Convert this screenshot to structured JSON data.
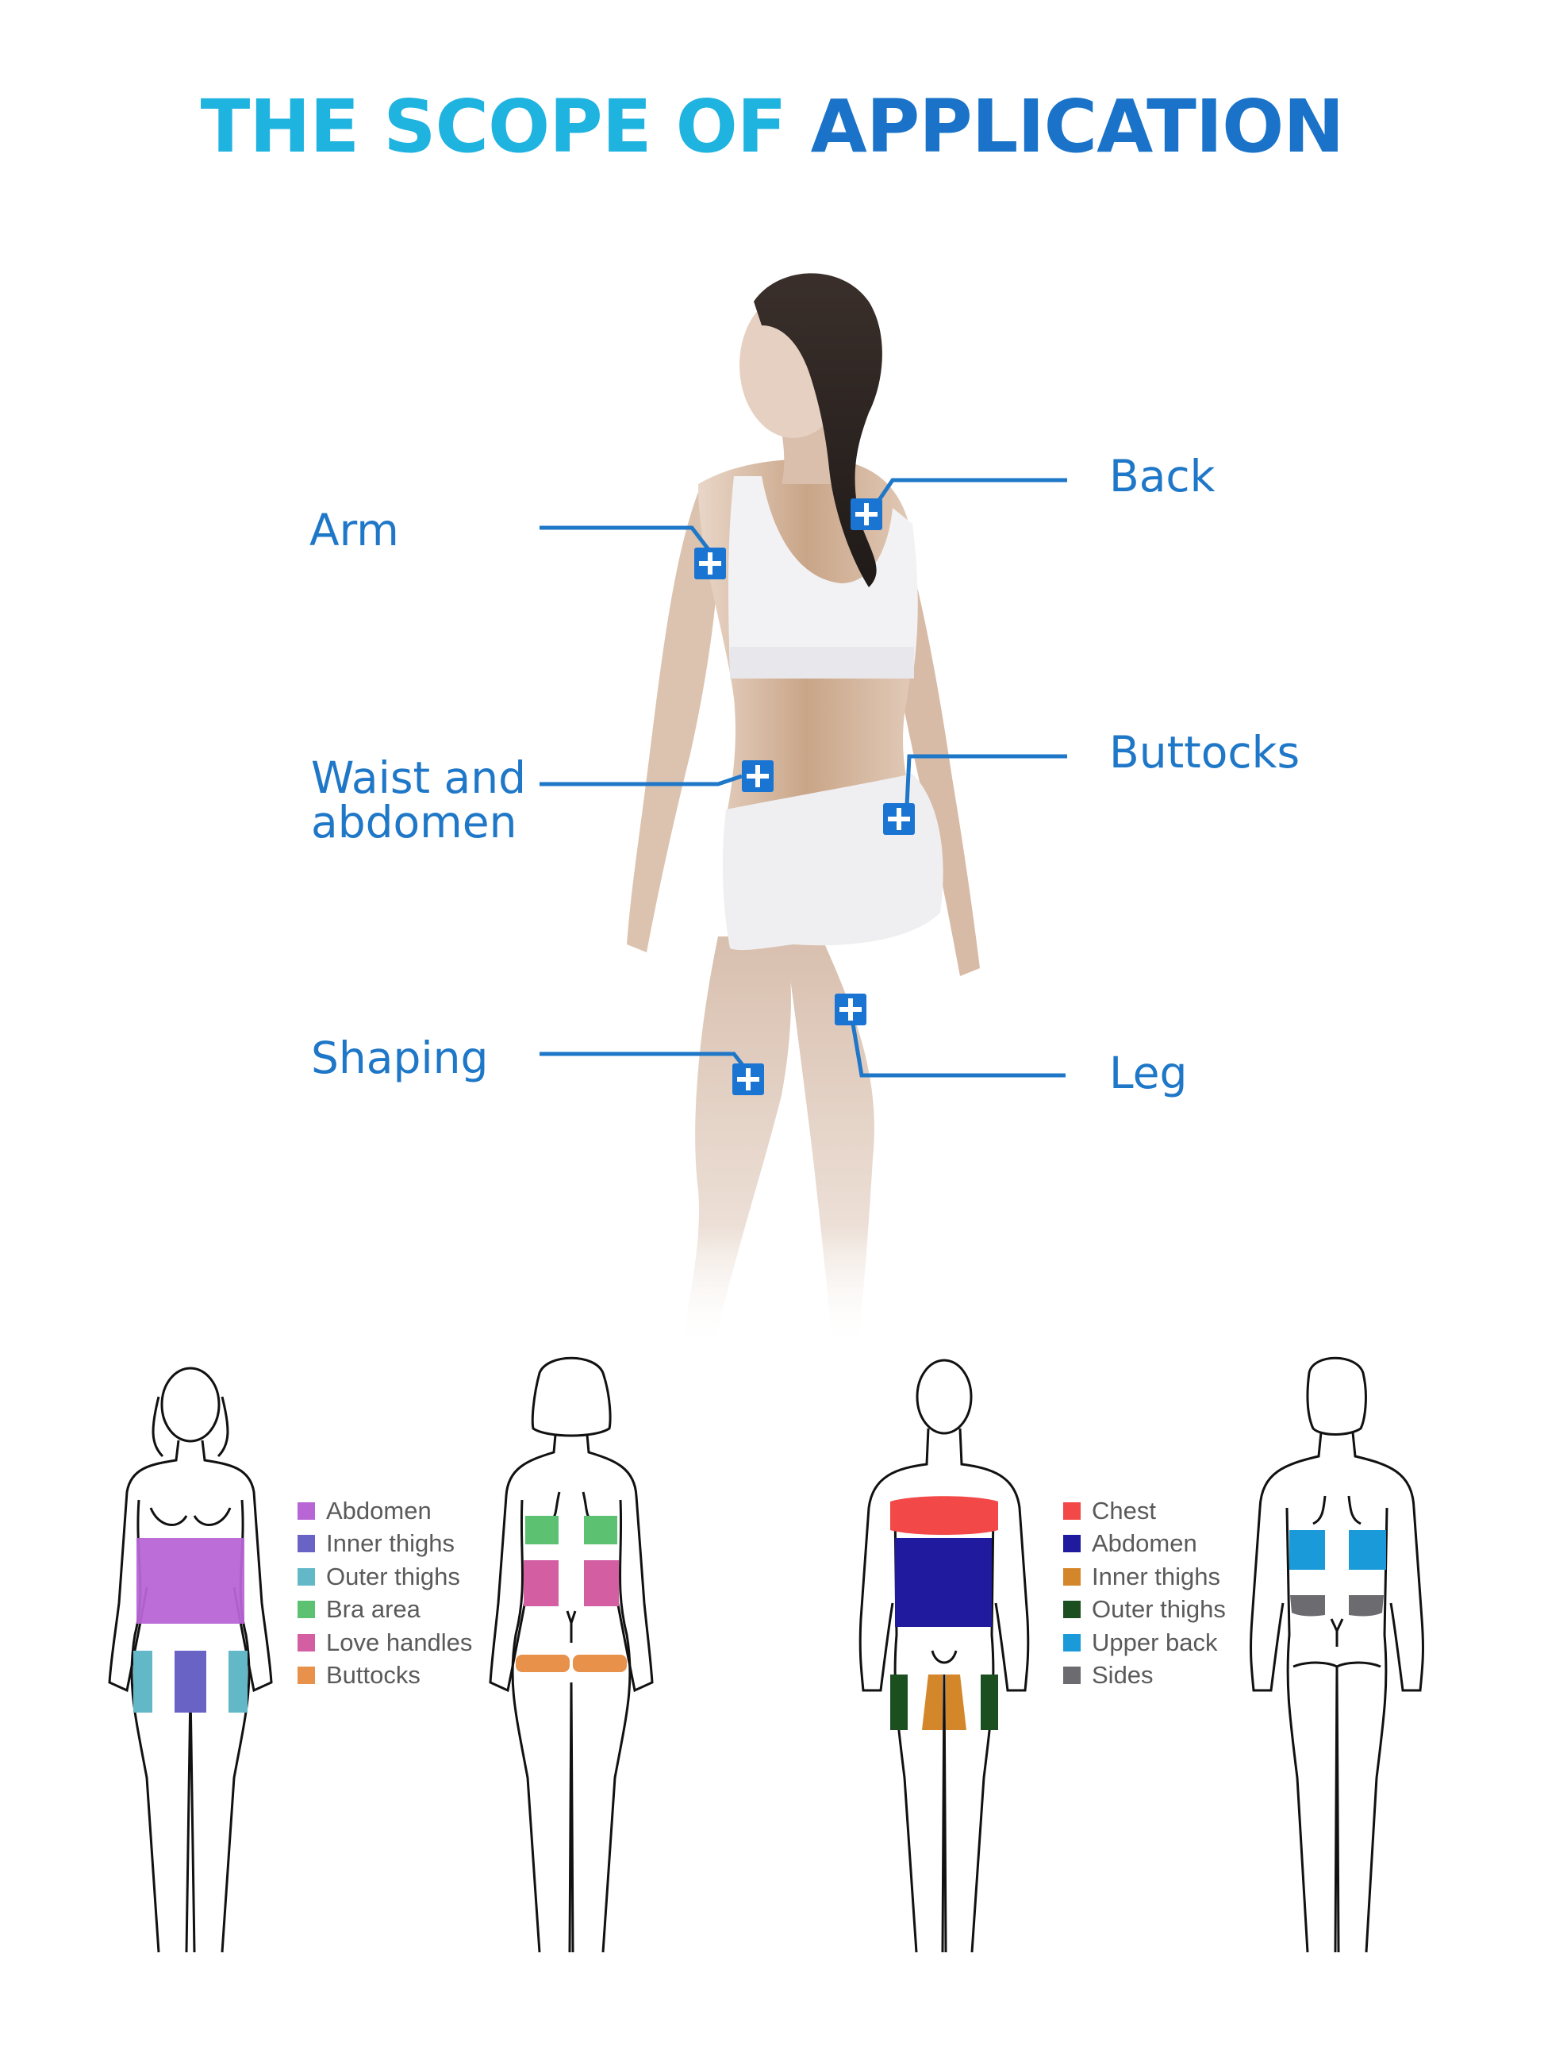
{
  "title": {
    "part1": "THE SCOPE OF ",
    "part2": "APPLICATION",
    "part1_color": "#1fb3e0",
    "part2_color": "#1a73c8"
  },
  "callouts": [
    {
      "id": "arm",
      "label": "Arm",
      "side": "left"
    },
    {
      "id": "back",
      "label": "Back",
      "side": "right"
    },
    {
      "id": "waist",
      "label_line1": "Waist and",
      "label_line2": "abdomen",
      "side": "left"
    },
    {
      "id": "buttocks",
      "label": "Buttocks",
      "side": "right"
    },
    {
      "id": "shaping",
      "label": "Shaping",
      "side": "left"
    },
    {
      "id": "leg",
      "label": "Leg",
      "side": "right"
    }
  ],
  "accent_color": "#1a74d2",
  "female_legend": [
    {
      "label": "Abdomen",
      "color": "#b865d6"
    },
    {
      "label": "Inner thighs",
      "color": "#6a63c6"
    },
    {
      "label": "Outer thighs",
      "color": "#63b8c8"
    },
    {
      "label": "Bra area",
      "color": "#5cc171"
    },
    {
      "label": "Love handles",
      "color": "#d45ea2"
    },
    {
      "label": "Buttocks",
      "color": "#e8914a"
    }
  ],
  "male_legend": [
    {
      "label": "Chest",
      "color": "#f24848"
    },
    {
      "label": "Abdomen",
      "color": "#1f1a9e"
    },
    {
      "label": "Inner thighs",
      "color": "#d4862a"
    },
    {
      "label": "Outer thighs",
      "color": "#1c4f1f"
    },
    {
      "label": "Upper back",
      "color": "#1a9ad8"
    },
    {
      "label": "Sides",
      "color": "#6b6b70"
    }
  ]
}
